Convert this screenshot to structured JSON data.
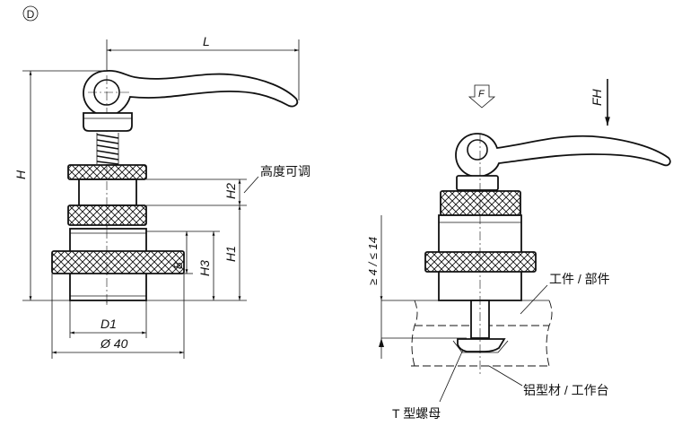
{
  "view_marker": "D",
  "left_view": {
    "dims": {
      "L": "L",
      "H": "H",
      "H2": "H2",
      "H1": "H1",
      "H3": "H3",
      "eight": "8",
      "D1": "D1",
      "dia40": "Ø 40"
    },
    "label_height_adjustable": "高度可调"
  },
  "right_view": {
    "force_F": "F",
    "force_FH": "FH",
    "clamp_range": "≥ 4 / ≤ 14",
    "label_workpiece": "工件 / 部件",
    "label_profile": "铝型材 / 工作台",
    "label_tnut": "T 型螺母"
  }
}
